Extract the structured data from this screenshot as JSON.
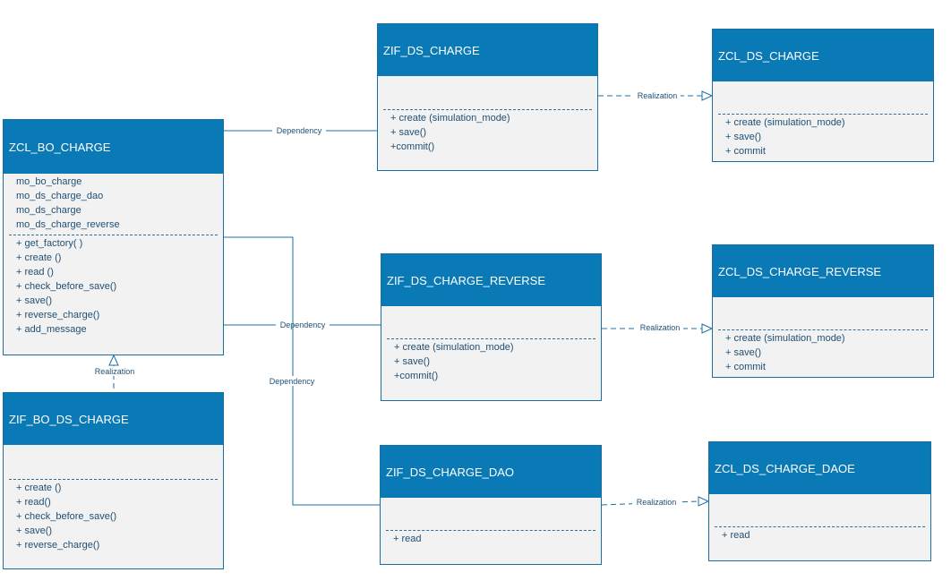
{
  "classes": {
    "zcl_bo_charge": {
      "name": "ZCL_BO_CHARGE",
      "attributes": [
        "mo_bo_charge",
        "mo_ds_charge_dao",
        "mo_ds_charge",
        "mo_ds_charge_reverse"
      ],
      "methods": [
        "+ get_factory( )",
        "+ create ()",
        "+ read ()",
        "+ check_before_save()",
        "+ save()",
        "+ reverse_charge()",
        "+ add_message"
      ]
    },
    "zif_bo_ds_charge": {
      "name": "ZIF_BO_DS_CHARGE",
      "attributes": [],
      "methods": [
        "+ create ()",
        "+ read()",
        "+ check_before_save()",
        "+ save()",
        "+ reverse_charge()"
      ]
    },
    "zif_ds_charge": {
      "name": "ZIF_DS_CHARGE",
      "attributes": [],
      "methods": [
        "+ create (simulation_mode)",
        "+ save()",
        "+commit()"
      ]
    },
    "zcl_ds_charge": {
      "name": "ZCL_DS_CHARGE",
      "attributes": [],
      "methods": [
        "+ create (simulation_mode)",
        "+ save()",
        "+ commit"
      ]
    },
    "zif_ds_charge_reverse": {
      "name": "ZIF_DS_CHARGE_REVERSE",
      "attributes": [],
      "methods": [
        "+ create (simulation_mode)",
        "+ save()",
        "+commit()"
      ]
    },
    "zcl_ds_charge_reverse": {
      "name": "ZCL_DS_CHARGE_REVERSE",
      "attributes": [],
      "methods": [
        "+ create (simulation_mode)",
        "+ save()",
        "+ commit"
      ]
    },
    "zif_ds_charge_dao": {
      "name": "ZIF_DS_CHARGE_DAO",
      "attributes": [],
      "methods": [
        "+ read"
      ]
    },
    "zcl_ds_charge_daoe": {
      "name": "ZCL_DS_CHARGE_DAOE",
      "attributes": [],
      "methods": [
        "+ read"
      ]
    }
  },
  "connectors": {
    "dependency_1": "Dependency",
    "dependency_2": "Dependency",
    "dependency_3": "Dependency",
    "realization_1": "Realization",
    "realization_2": "Realization",
    "realization_3": "Realization",
    "realization_4": "Realization"
  },
  "colors": {
    "header": "#0a7ab7",
    "body": "#f2f2f2",
    "text": "#1f4f75",
    "line": "#1f6fa0"
  }
}
